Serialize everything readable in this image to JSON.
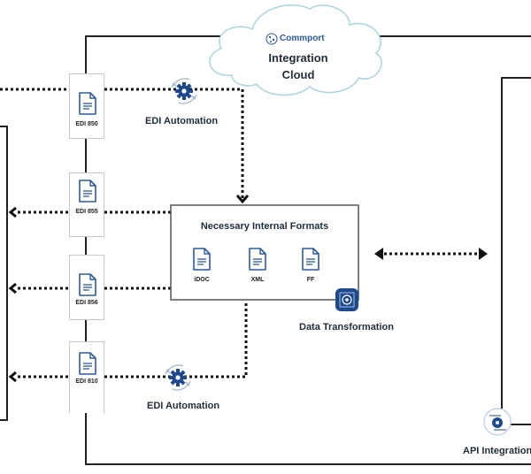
{
  "cloud": {
    "brand": "Commport",
    "title_line1": "Integration",
    "title_line2": "Cloud"
  },
  "edi_documents": [
    {
      "label": "EDI 850",
      "icon": "document-icon"
    },
    {
      "label": "EDI 855",
      "icon": "document-icon"
    },
    {
      "label": "EDI 856",
      "icon": "document-icon"
    },
    {
      "label": "EDI 810",
      "icon": "document-icon"
    }
  ],
  "automation_top": {
    "label": "EDI Automation",
    "icon": "gear-cycle-icon"
  },
  "automation_bottom": {
    "label": "EDI Automation",
    "icon": "gear-cycle-icon"
  },
  "internal_formats": {
    "title": "Necessary Internal Formats",
    "formats": [
      {
        "label": "iDOC",
        "icon": "document-icon"
      },
      {
        "label": "XML",
        "icon": "document-icon"
      },
      {
        "label": "FF",
        "icon": "document-icon"
      }
    ]
  },
  "data_transformation": {
    "label": "Data Transformation",
    "icon": "data-transform-icon"
  },
  "api_integration": {
    "label": "API Integration",
    "icon": "api-gear-icon"
  },
  "colors": {
    "icon_blue": "#2c5aa0",
    "dark_blue": "#1d4a8f",
    "cloud_stroke": "#a8d4df",
    "line": "#222222",
    "text": "#1f2d3a"
  }
}
